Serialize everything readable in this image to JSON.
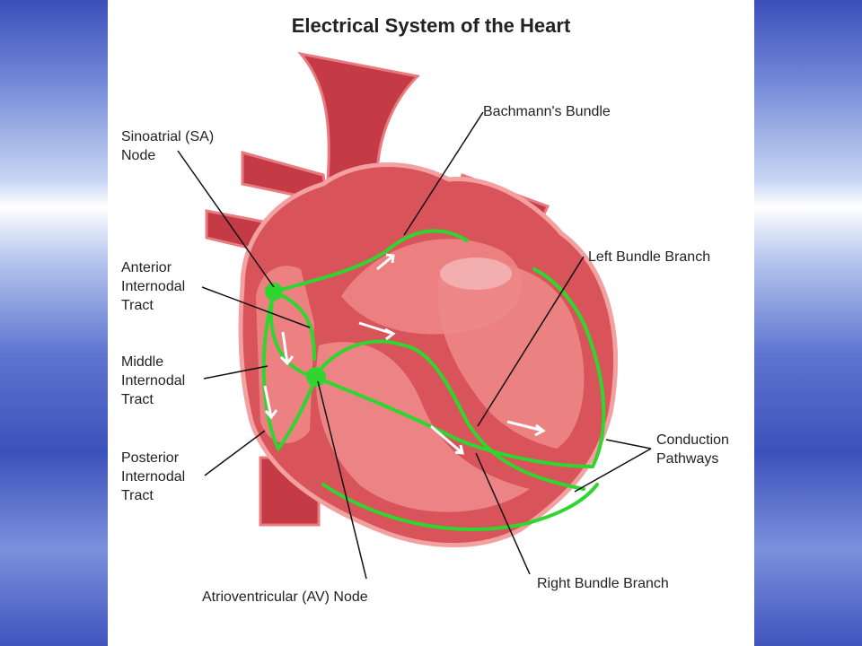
{
  "title": "Electrical System of the Heart",
  "labels": {
    "sa_node": "Sinoatrial (SA)\nNode",
    "anterior_tract": "Anterior\nInternodal\nTract",
    "middle_tract": "Middle\nInternodal\nTract",
    "posterior_tract": "Posterior\nInternodal\nTract",
    "av_node": "Atrioventricular (AV) Node",
    "bachmanns_bundle": "Bachmann's Bundle",
    "left_bundle_branch": "Left Bundle Branch",
    "conduction_pathways": "Conduction\nPathways",
    "right_bundle_branch": "Right Bundle Branch"
  },
  "colors": {
    "heart_muscle": "#d9545a",
    "heart_inner": "#f08a8a",
    "vessel": "#c43a45",
    "conduction": "#2fd62f",
    "leader_line": "#111111",
    "background_blue": "#3c52bb"
  }
}
